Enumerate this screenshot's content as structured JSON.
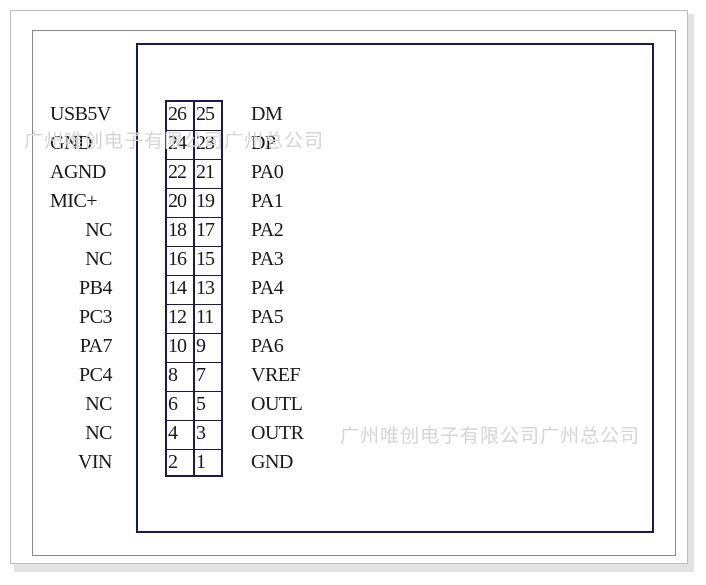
{
  "connector": {
    "rows": [
      {
        "left_label": "USB5V",
        "even": "26",
        "odd": "25",
        "right_label": "DM"
      },
      {
        "left_label": "GND",
        "even": "24",
        "odd": "23",
        "right_label": "DP"
      },
      {
        "left_label": "AGND",
        "even": "22",
        "odd": "21",
        "right_label": "PA0"
      },
      {
        "left_label": "MIC+",
        "even": "20",
        "odd": "19",
        "right_label": "PA1"
      },
      {
        "left_label": "NC",
        "even": "18",
        "odd": "17",
        "right_label": "PA2"
      },
      {
        "left_label": "NC",
        "even": "16",
        "odd": "15",
        "right_label": "PA3"
      },
      {
        "left_label": "PB4",
        "even": "14",
        "odd": "13",
        "right_label": "PA4"
      },
      {
        "left_label": "PC3",
        "even": "12",
        "odd": "11",
        "right_label": "PA5"
      },
      {
        "left_label": "PA7",
        "even": "10",
        "odd": "9",
        "right_label": "PA6"
      },
      {
        "left_label": "PC4",
        "even": "8",
        "odd": "7",
        "right_label": "VREF"
      },
      {
        "left_label": "NC",
        "even": "6",
        "odd": "5",
        "right_label": "OUTL"
      },
      {
        "left_label": "NC",
        "even": "4",
        "odd": "3",
        "right_label": "OUTR"
      },
      {
        "left_label": "VIN",
        "even": "2",
        "odd": "1",
        "right_label": "GND"
      }
    ]
  },
  "watermarks": {
    "top": "广州唯创电子有限公司广州总公司",
    "bottom": "广州唯创电子有限公司广州总公司"
  },
  "colors": {
    "outline": "#1a1a55",
    "text": "#1a1a1a",
    "watermark": "#d5d5d5"
  }
}
